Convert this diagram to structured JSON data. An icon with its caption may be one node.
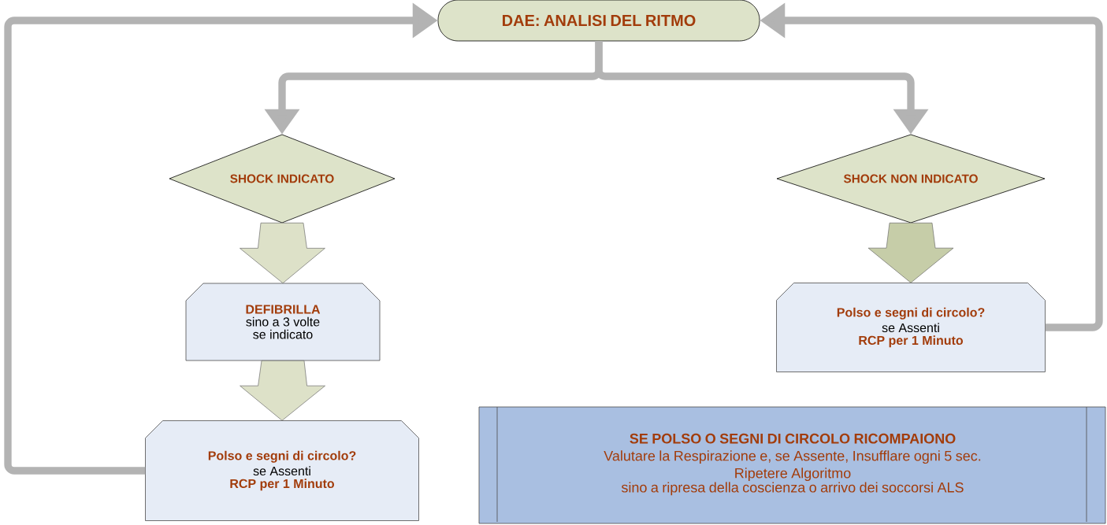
{
  "diagram": {
    "nodes": [
      {
        "text": [
          "DAE: ANALISI DEL RITMO"
        ]
      },
      {
        "text": [
          "SHOCK INDICATO"
        ]
      },
      {
        "text": [
          "SHOCK NON INDICATO"
        ]
      },
      {
        "text": [
          "DEFIBRILLA",
          "sino a 3 volte se indicato"
        ]
      },
      {
        "text": [
          "Polso e segni di circolo?",
          "se Assenti",
          "RCP per 1 Minuto"
        ]
      },
      {
        "text": [
          "Polso e segni di circolo?",
          "se Assenti",
          "RCP per 1 Minuto"
        ]
      },
      {
        "text": [
          "SE POLSO O SEGNI DI CIRCOLO RICOMPAIONO",
          "Valutare la Respirazione e, se Assente, Insufflare ogni 5 sec.",
          "Ripetere Algoritmo",
          "sino a ripresa della coscienza o arrivo dei soccorsi ALS"
        ]
      }
    ],
    "edges": [
      {
        "from": 0,
        "to": 1,
        "arrow": "to"
      },
      {
        "from": 0,
        "to": 2,
        "arrow": "to"
      },
      {
        "from": 1,
        "to": 3,
        "arrow": "to",
        "style": "thick",
        "color": "#dde1c8"
      },
      {
        "from": 2,
        "to": 4,
        "arrow": "to",
        "style": "thick",
        "color": "#c6cda8"
      },
      {
        "from": 3,
        "to": 5,
        "arrow": "to",
        "style": "thick",
        "color": "#dde1c8"
      },
      {
        "from": 5,
        "to": 0,
        "arrow": "to"
      },
      {
        "from": 4,
        "to": 0,
        "arrow": "to"
      }
    ]
  }
}
